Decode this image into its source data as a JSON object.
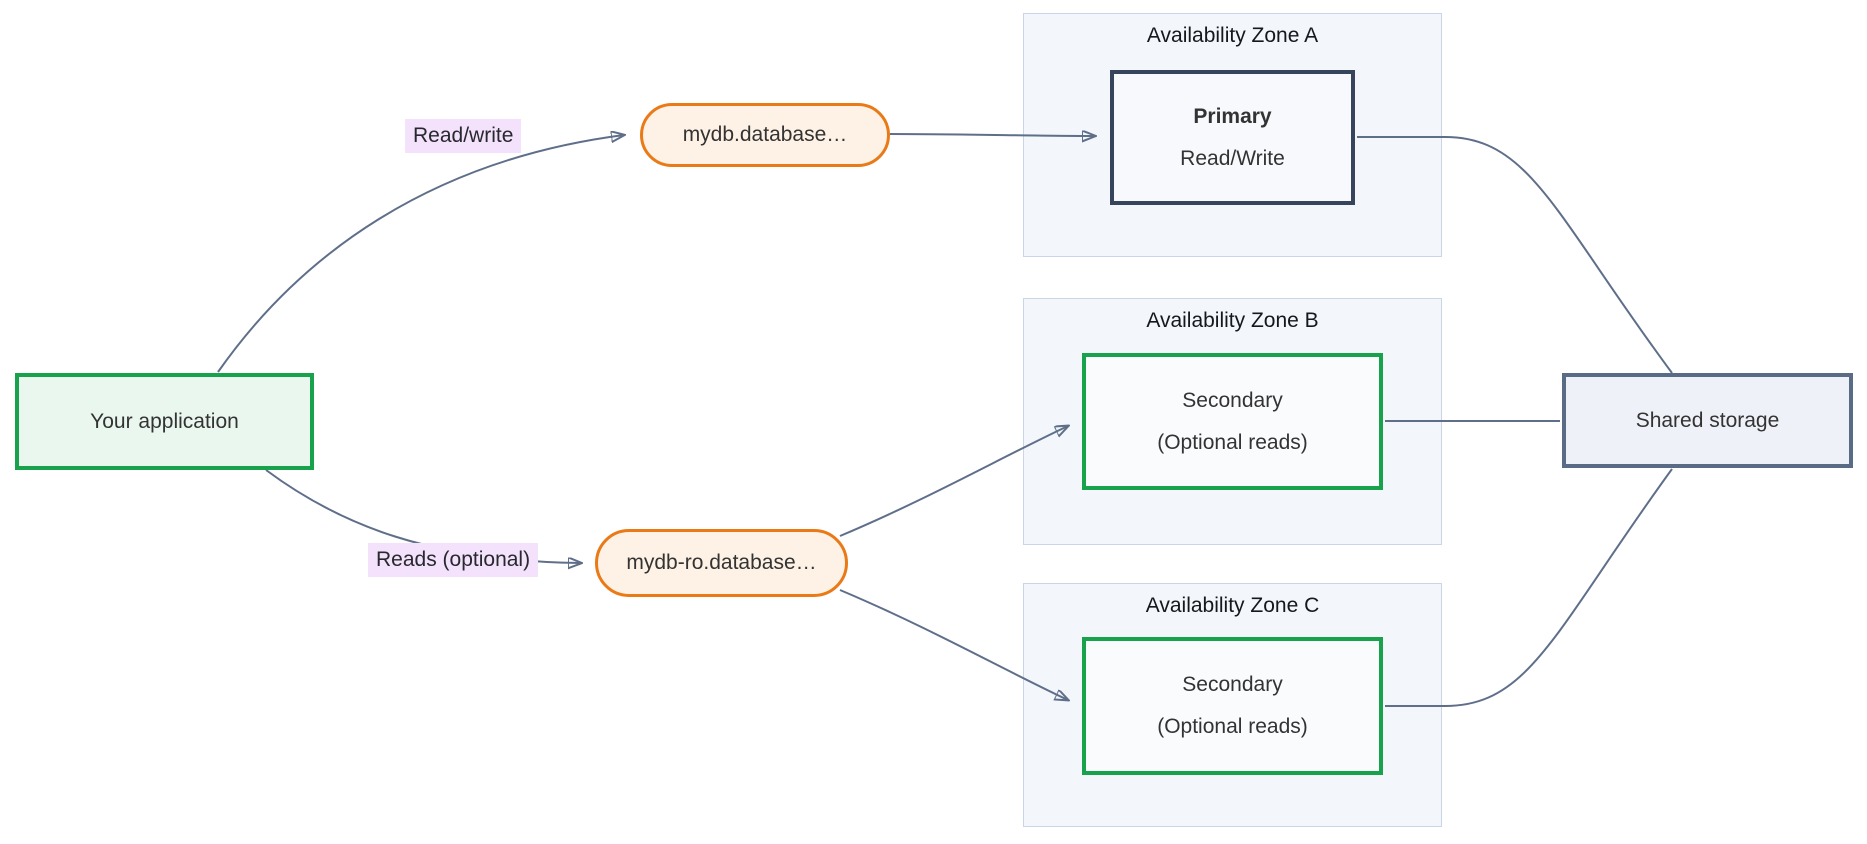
{
  "diagram": {
    "app": {
      "label": "Your application"
    },
    "edge_labels": [
      {
        "label": "Read/write"
      },
      {
        "label": "Reads (optional)"
      }
    ],
    "endpoints": [
      {
        "label": "mydb.database…"
      },
      {
        "label": "mydb-ro.database…"
      }
    ],
    "zones": [
      {
        "title": "Availability Zone A",
        "node": {
          "title": "Primary",
          "subtitle": "Read/Write"
        }
      },
      {
        "title": "Availability Zone B",
        "node": {
          "title": "Secondary",
          "subtitle": "(Optional reads)"
        }
      },
      {
        "title": "Availability Zone C",
        "node": {
          "title": "Secondary",
          "subtitle": "(Optional reads)"
        }
      }
    ],
    "storage": {
      "label": "Shared storage"
    },
    "colors": {
      "edge": "#5f6f8a",
      "green": "#17a24b",
      "green_fill": "#eaf7ef",
      "orange": "#ea7a17",
      "orange_fill": "#fdf2e5",
      "lavender": "#f4e1fb",
      "zone_fill": "#f3f6fa",
      "zone_border": "#c9d6e8",
      "dark_border": "#36455c",
      "node_fill": "#fafbfd",
      "storage_border": "#5a6b85",
      "storage_fill": "#eef1f7",
      "text": "#333333"
    }
  }
}
